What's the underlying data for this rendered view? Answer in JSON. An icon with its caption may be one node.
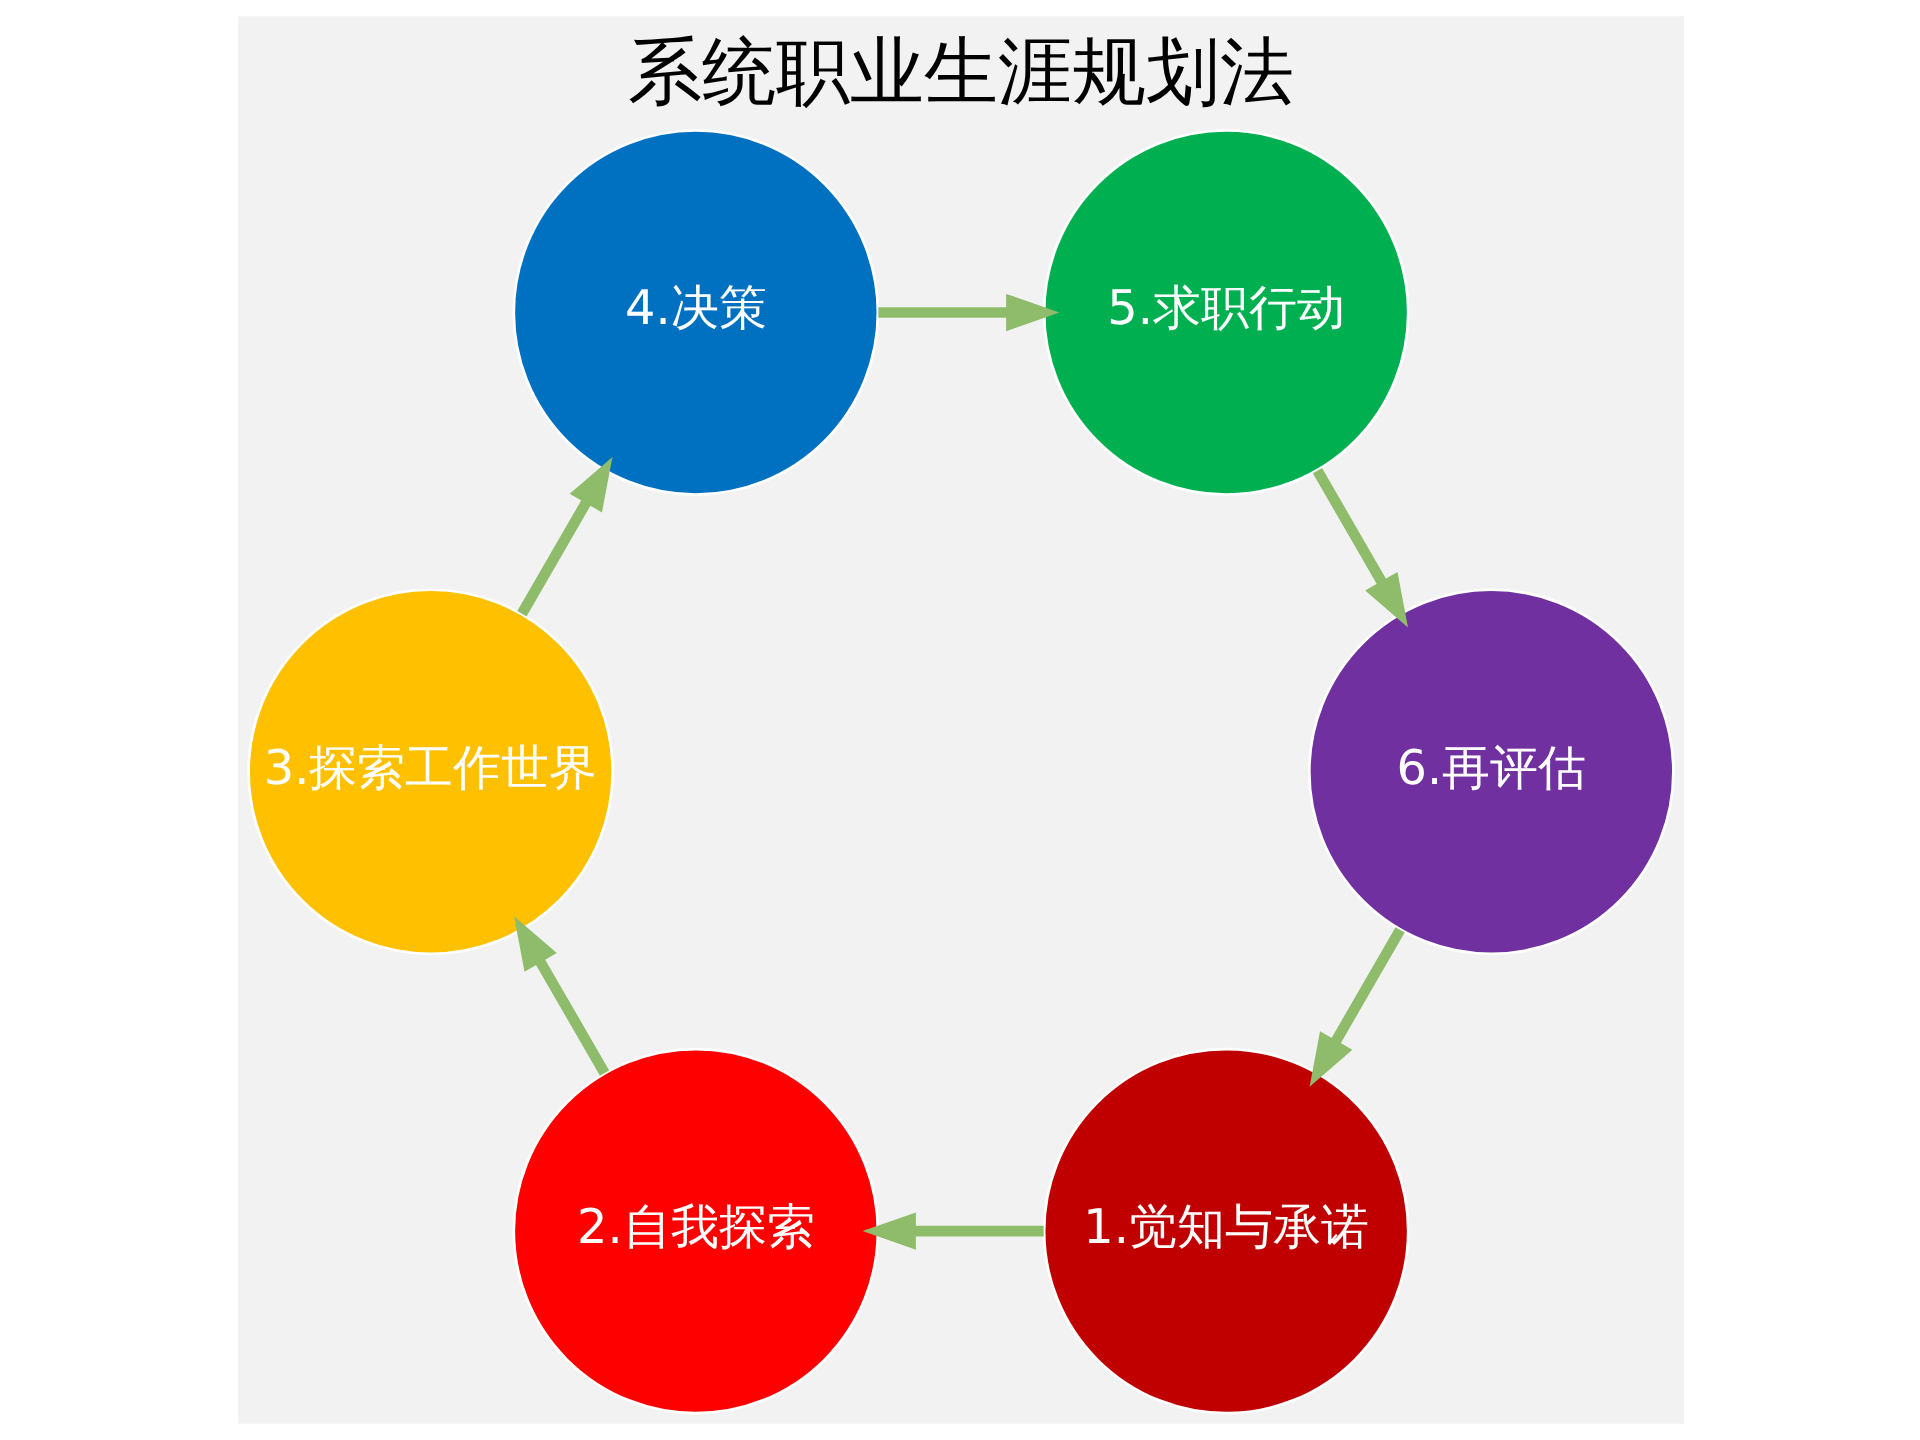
{
  "diagram": {
    "title": "系统职业生涯规划法",
    "nodes": [
      {
        "text": [
          "1.觉知与承诺"
        ]
      },
      {
        "text": [
          "2.自我探索"
        ]
      },
      {
        "text": [
          "3.探索工作世界"
        ]
      },
      {
        "text": [
          "4.决策"
        ]
      },
      {
        "text": [
          "5.求职行动"
        ]
      },
      {
        "text": [
          "6.再评估"
        ]
      }
    ],
    "edges": [
      {
        "from": 0,
        "to": 1,
        "arrow": "to"
      },
      {
        "from": 1,
        "to": 2,
        "arrow": "to"
      },
      {
        "from": 2,
        "to": 3,
        "arrow": "to"
      },
      {
        "from": 3,
        "to": 4,
        "arrow": "to"
      },
      {
        "from": 4,
        "to": 5,
        "arrow": "to"
      },
      {
        "from": 5,
        "to": 0,
        "arrow": "to"
      }
    ]
  }
}
